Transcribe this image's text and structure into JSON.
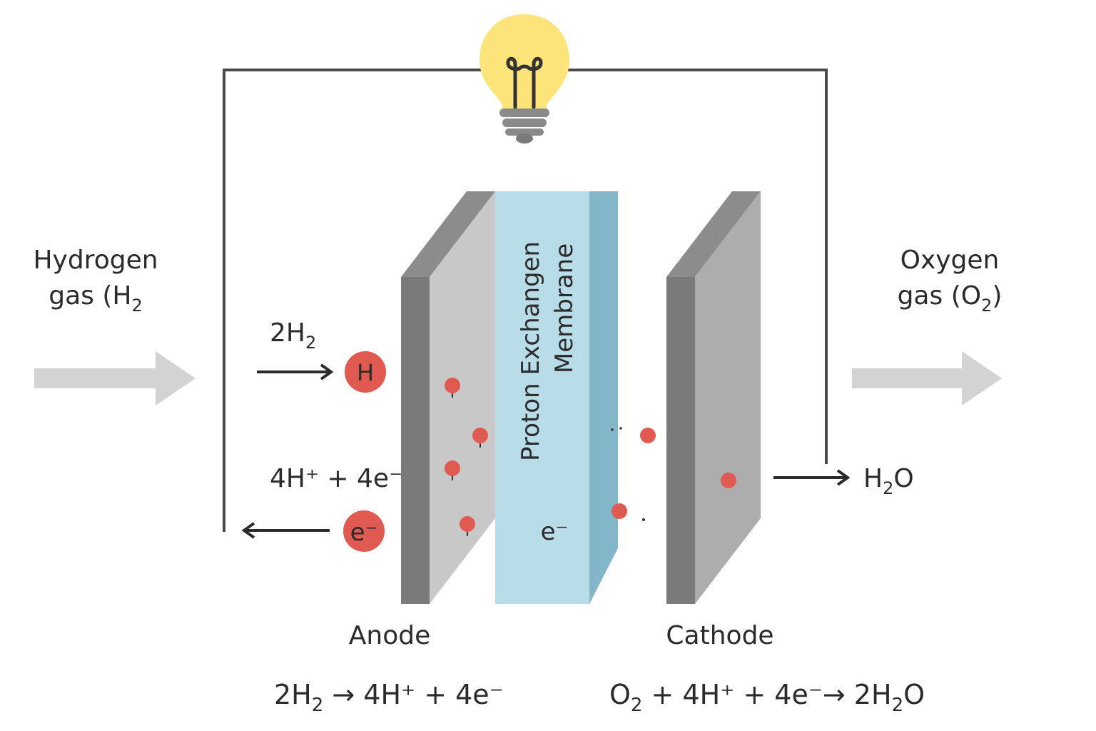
{
  "inputs": {
    "hydrogen_line1": "Hydrogen",
    "hydrogen_line2": "gas (H",
    "hydrogen_sub": "2",
    "oxygen_line1": "Oxygen",
    "oxygen_line2_pre": "gas (O",
    "oxygen_sub": "2",
    "oxygen_line2_post": ")"
  },
  "anode_side": {
    "h2_label": "2H",
    "h2_sub": "2",
    "h_atom": "H",
    "products": "4H⁺ + 4e⁻",
    "electron": "e⁻"
  },
  "membrane": {
    "line1": "Proton Exchangen",
    "line2": "Membrane",
    "electron": "e⁻"
  },
  "cathode_side": {
    "water_main": "H",
    "water_sub": "2",
    "water_end": "O"
  },
  "labels": {
    "anode": "Anode",
    "cathode": "Cathode"
  },
  "equations": {
    "anode_a": "2H",
    "anode_sub": "2",
    "anode_b": " → 4H⁺ + 4e⁻",
    "cathode_a": "O",
    "cathode_sub1": "2",
    "cathode_b": " + 4H⁺ + 4e⁻→ 2H",
    "cathode_sub2": "2",
    "cathode_c": "O"
  },
  "colors": {
    "wire": "#4a4a4a",
    "plate_dark": "#7a7a7a",
    "plate_face": "#c8c8c8",
    "membrane_face": "#b8dce8",
    "membrane_side": "#84b6c9",
    "particle": "#e05a52",
    "bulb": "#fde47a",
    "arrow_gray": "#d3d3d3"
  },
  "icons": {
    "bulb": "light-bulb-icon"
  }
}
